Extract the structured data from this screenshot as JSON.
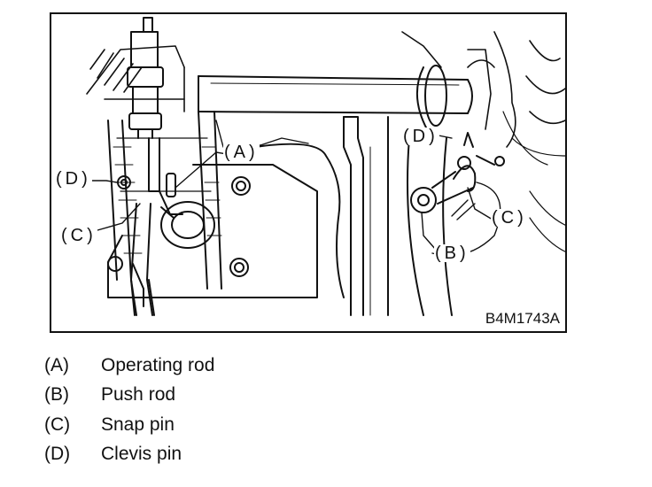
{
  "figure": {
    "code": "B4M1743A",
    "callouts": {
      "a": "(A)",
      "b": "(B)",
      "c_left": "(C)",
      "c_right": "(C)",
      "d_left": "(D)",
      "d_right": "(D)"
    }
  },
  "legend": [
    {
      "key": "(A)",
      "label": "Operating rod"
    },
    {
      "key": "(B)",
      "label": "Push rod"
    },
    {
      "key": "(C)",
      "label": "Snap pin"
    },
    {
      "key": "(D)",
      "label": "Clevis pin"
    }
  ]
}
